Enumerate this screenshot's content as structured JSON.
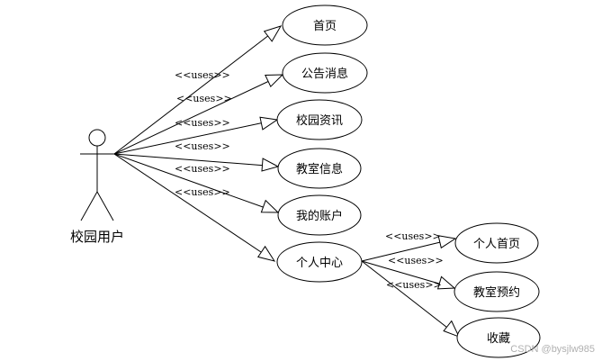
{
  "diagram": {
    "actor": {
      "label": "校园用户"
    },
    "use_cases": {
      "home": "首页",
      "notice": "公告消息",
      "news": "校园资讯",
      "classroom_info": "教室信息",
      "my_account": "我的账户",
      "personal_center": "个人中心",
      "personal_home": "个人首页",
      "classroom_booking": "教室预约",
      "favorites": "收藏"
    },
    "relations": {
      "uses_1": "<<uses>>",
      "uses_2": "<<uses>>",
      "uses_3": "<<uses>>",
      "uses_4": "<<uses>>",
      "uses_5": "<<uses>>",
      "uses_6": "<<uses>>",
      "uses_7": "<<uses>>",
      "uses_8": "<<uses>>",
      "uses_9": "<<uses>>"
    },
    "watermark": "CSDN @bysjlw985"
  }
}
